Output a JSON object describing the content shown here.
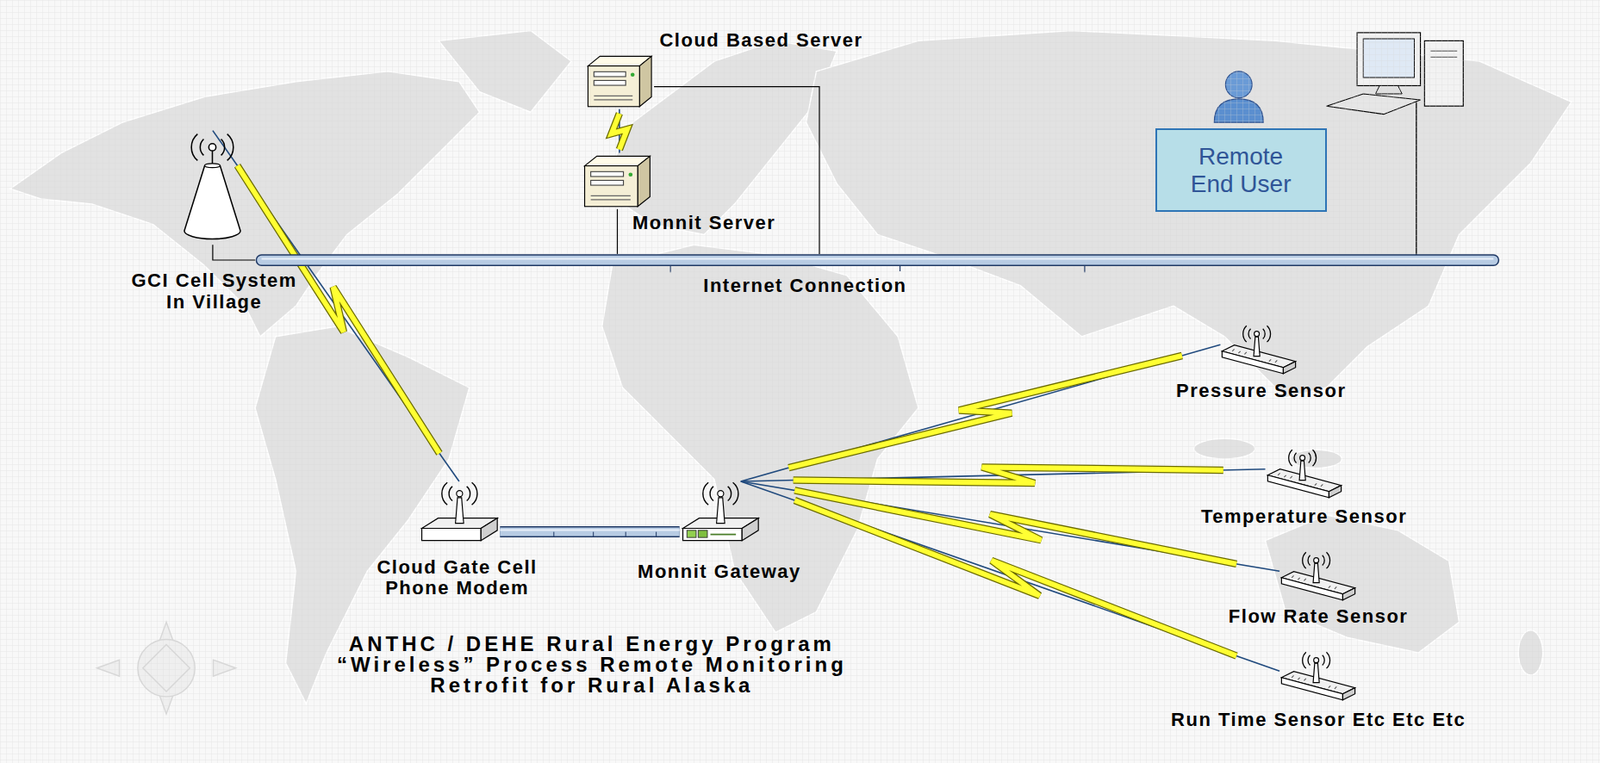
{
  "diagram": {
    "title": "ANTHC / DEHE Rural Energy Program “Wireless” Process Remote Monitoring Retrofit for Rural Alaska",
    "nodes": [
      {
        "text": [
          "Cloud Based Server"
        ]
      },
      {
        "text": [
          "Monnit Server"
        ]
      },
      {
        "text": [
          "Remote End User"
        ]
      },
      {
        "text": [
          "GCI Cell System In Village"
        ]
      },
      {
        "text": [
          "Internet Connection"
        ]
      },
      {
        "text": [
          "Cloud Gate Cell Phone Modem"
        ]
      },
      {
        "text": [
          "Monnit Gateway"
        ]
      },
      {
        "text": [
          "Pressure Sensor"
        ]
      },
      {
        "text": [
          "Temperature Sensor"
        ]
      },
      {
        "text": [
          "Flow Rate Sensor"
        ]
      },
      {
        "text": [
          "Run Time Sensor Etc Etc Etc"
        ]
      }
    ],
    "edges": [
      {
        "from": 0,
        "to": 1,
        "arrow": "none"
      },
      {
        "from": 1,
        "to": 4,
        "arrow": "none"
      },
      {
        "from": 0,
        "to": 4,
        "arrow": "none"
      },
      {
        "from": 3,
        "to": 4,
        "arrow": "none"
      },
      {
        "from": 3,
        "to": 5,
        "arrow": "none"
      },
      {
        "from": 5,
        "to": 6,
        "arrow": "none"
      },
      {
        "from": 6,
        "to": 7,
        "arrow": "none"
      },
      {
        "from": 6,
        "to": 8,
        "arrow": "none"
      },
      {
        "from": 6,
        "to": 9,
        "arrow": "none"
      },
      {
        "from": 6,
        "to": 10,
        "arrow": "none"
      }
    ]
  }
}
